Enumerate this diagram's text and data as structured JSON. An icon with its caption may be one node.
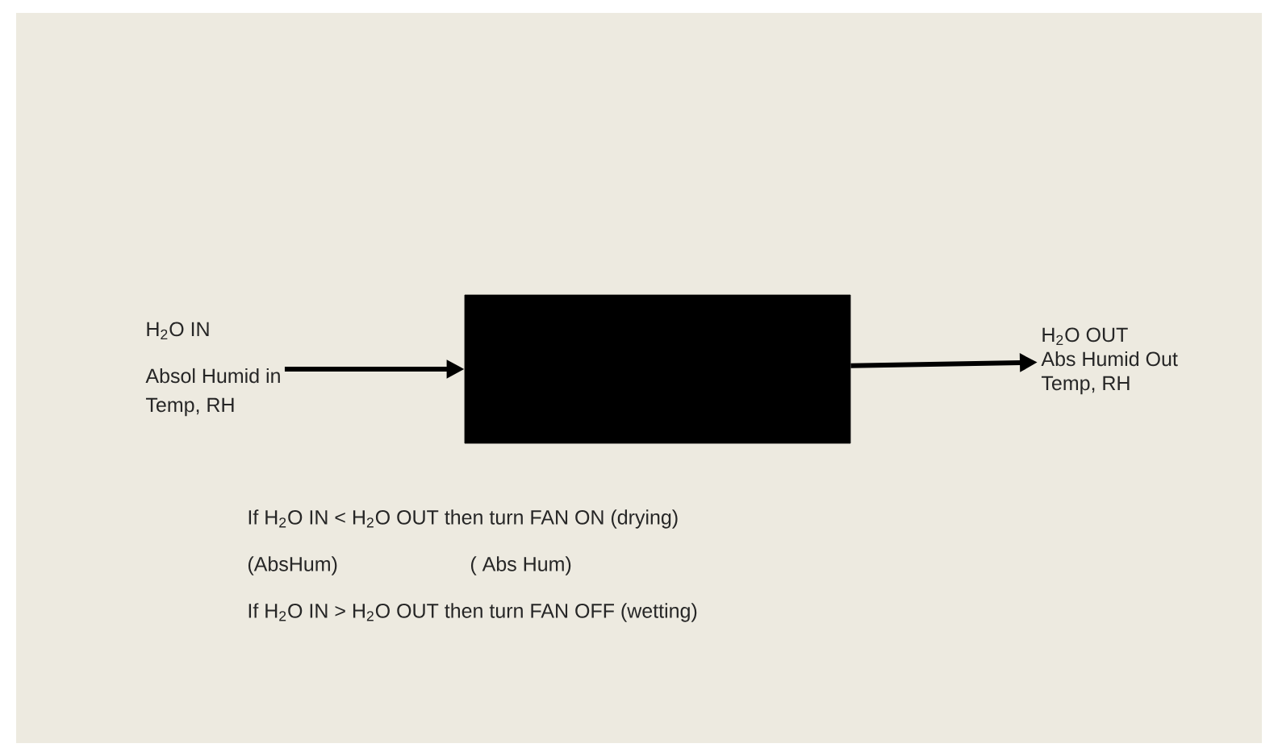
{
  "diagram": {
    "nodes": [
      {
        "text": [
          "H$_{2}$O IN",
          "Absol Humid in",
          "Temp, RH"
        ]
      },
      {
        "text": [],
        "shape": "box"
      },
      {
        "text": [
          "H$_{2}$O OUT",
          "Abs Humid Out",
          "Temp, RH"
        ]
      }
    ],
    "edges": [
      {
        "from": 0,
        "to": 1,
        "arrow": "to"
      },
      {
        "from": 1,
        "to": 2,
        "arrow": "to"
      }
    ],
    "labels": [
      "If H$_{2}$O IN   <   H$_{2}$O OUT  then turn FAN ON   (drying)",
      "(AbsHum)",
      "( Abs Hum)",
      "If H$_{2}$O IN   >   H$_{2}$O OUT  then turn FAN OFF  (wetting)"
    ]
  }
}
